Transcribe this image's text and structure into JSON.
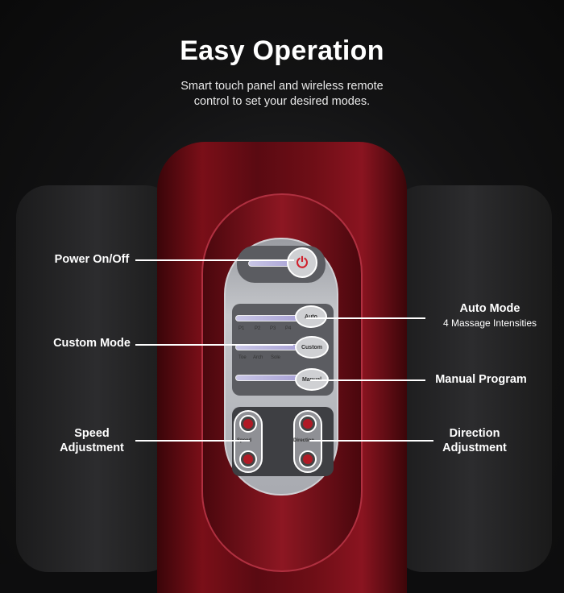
{
  "header": {
    "title": "Easy Operation",
    "subtitle_line1": "Smart touch panel and wireless remote",
    "subtitle_line2": "control to set your desired modes."
  },
  "labels": {
    "power": "Power On/Off",
    "auto": "Auto Mode",
    "auto_sub": "4 Massage Intensities",
    "custom": "Custom Mode",
    "manual": "Manual Program",
    "speed_1": "Speed",
    "speed_2": "Adjustment",
    "direction_1": "Direction",
    "direction_2": "Adjustment"
  },
  "panel": {
    "auto_button": "Auto",
    "custom_button": "Custom",
    "manual_button": "Manual",
    "presets": [
      "P1",
      "P2",
      "P3",
      "P4"
    ],
    "zones": [
      "Toe",
      "Arch",
      "Sole"
    ],
    "speed_label": "Speed",
    "direction_label": "Direction"
  },
  "colors": {
    "housing": "#7a0f18",
    "accent": "#b01a25"
  }
}
